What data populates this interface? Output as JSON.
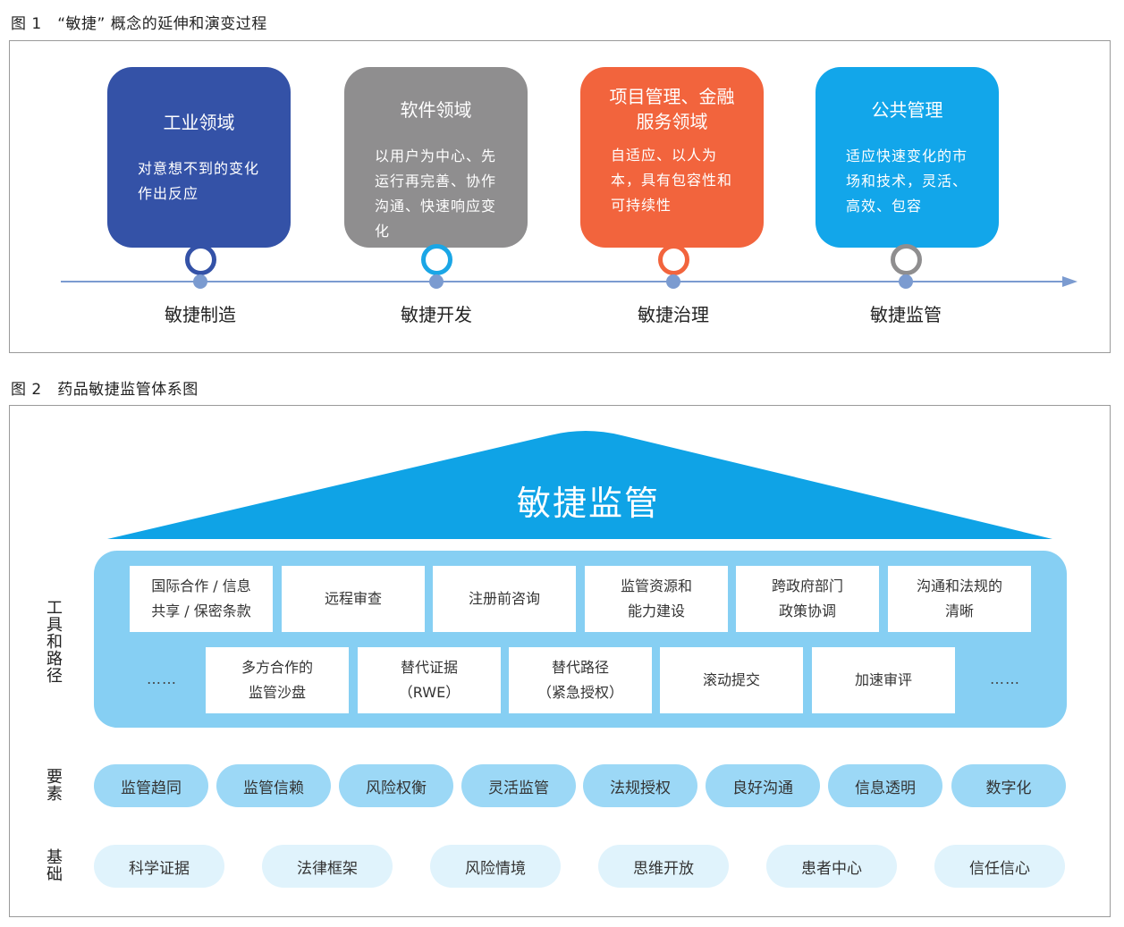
{
  "figure1": {
    "caption": "图 1　“敏捷” 概念的延伸和演变过程",
    "cards": [
      {
        "title": "工业领域",
        "description": "对意想不到的变化作出反应",
        "color": "#3452a7",
        "ring_color": "#3452a7"
      },
      {
        "title": "软件领域",
        "description": "以用户为中心、先运行再完善、协作沟通、快速响应变化",
        "color": "#8f8e8f",
        "ring_color": "#1aa6e6"
      },
      {
        "title": "项目管理、金融\n服务领域",
        "description": "自适应、以人为本，具有包容性和可持续性",
        "color": "#f2643d",
        "ring_color": "#f2643d"
      },
      {
        "title": "公共管理",
        "description": "适应快速变化的市场和技术，灵活、高效、包容",
        "color": "#12a6ea",
        "ring_color": "#8f8e8f"
      }
    ],
    "stages": [
      "敏捷制造",
      "敏捷开发",
      "敏捷治理",
      "敏捷监管"
    ],
    "axis_color": "#7b9bd0"
  },
  "figure2": {
    "caption": "图 2　药品敏捷监管体系图",
    "roof_title": "敏捷监管",
    "roof_color": "#0fa3e6",
    "tools_label": "工具和路径",
    "tools_row1": [
      "国际合作 / 信息\n共享 / 保密条款",
      "远程审查",
      "注册前咨询",
      "监管资源和\n能力建设",
      "跨政府部门\n政策协调",
      "沟通和法规的\n清晰"
    ],
    "tools_row2": [
      "多方合作的\n监管沙盘",
      "替代证据\n（RWE）",
      "替代路径\n（紧急授权）",
      "滚动提交",
      "加速审评"
    ],
    "ellipsis": "……",
    "elements_label": "要素",
    "elements": [
      "监管趋同",
      "监管信赖",
      "风险权衡",
      "灵活监管",
      "法规授权",
      "良好沟通",
      "信息透明",
      "数字化"
    ],
    "foundation_label": "基础",
    "foundation": [
      "科学证据",
      "法律框架",
      "风险情境",
      "思维开放",
      "患者中心",
      "信任信心"
    ]
  }
}
